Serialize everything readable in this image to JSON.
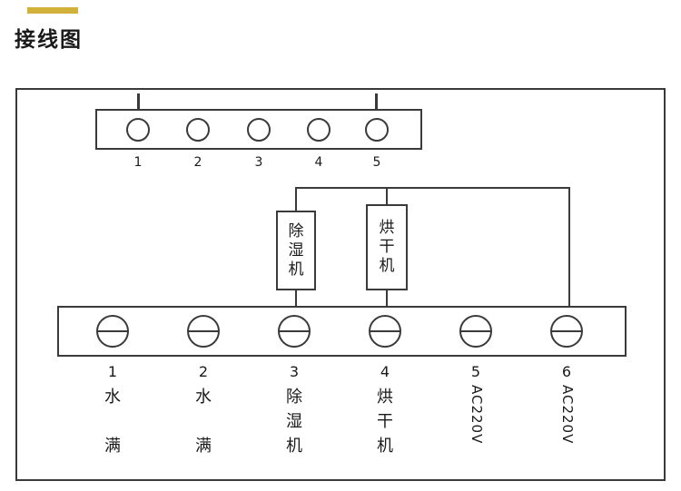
{
  "colors": {
    "accent": "#d2b13a",
    "line": "#3a3a3a",
    "text": "#1a1a1a"
  },
  "header": {
    "title": "接线图"
  },
  "diagram": {
    "top_strip": {
      "numbers": [
        "1",
        "2",
        "3",
        "4",
        "5"
      ]
    },
    "components": [
      {
        "name": "除湿机",
        "chars": [
          "除",
          "湿",
          "机"
        ]
      },
      {
        "name": "烘干机",
        "chars": [
          "烘",
          "干",
          "机"
        ]
      }
    ],
    "bottom_strip": {
      "numbers": [
        "1",
        "2",
        "3",
        "4",
        "5",
        "6"
      ],
      "labels": [
        [
          "水",
          "满"
        ],
        [
          "水",
          "满"
        ],
        [
          "除",
          "湿",
          "机"
        ],
        [
          "烘",
          "干",
          "机"
        ],
        "AC220V",
        "AC220V"
      ]
    }
  }
}
